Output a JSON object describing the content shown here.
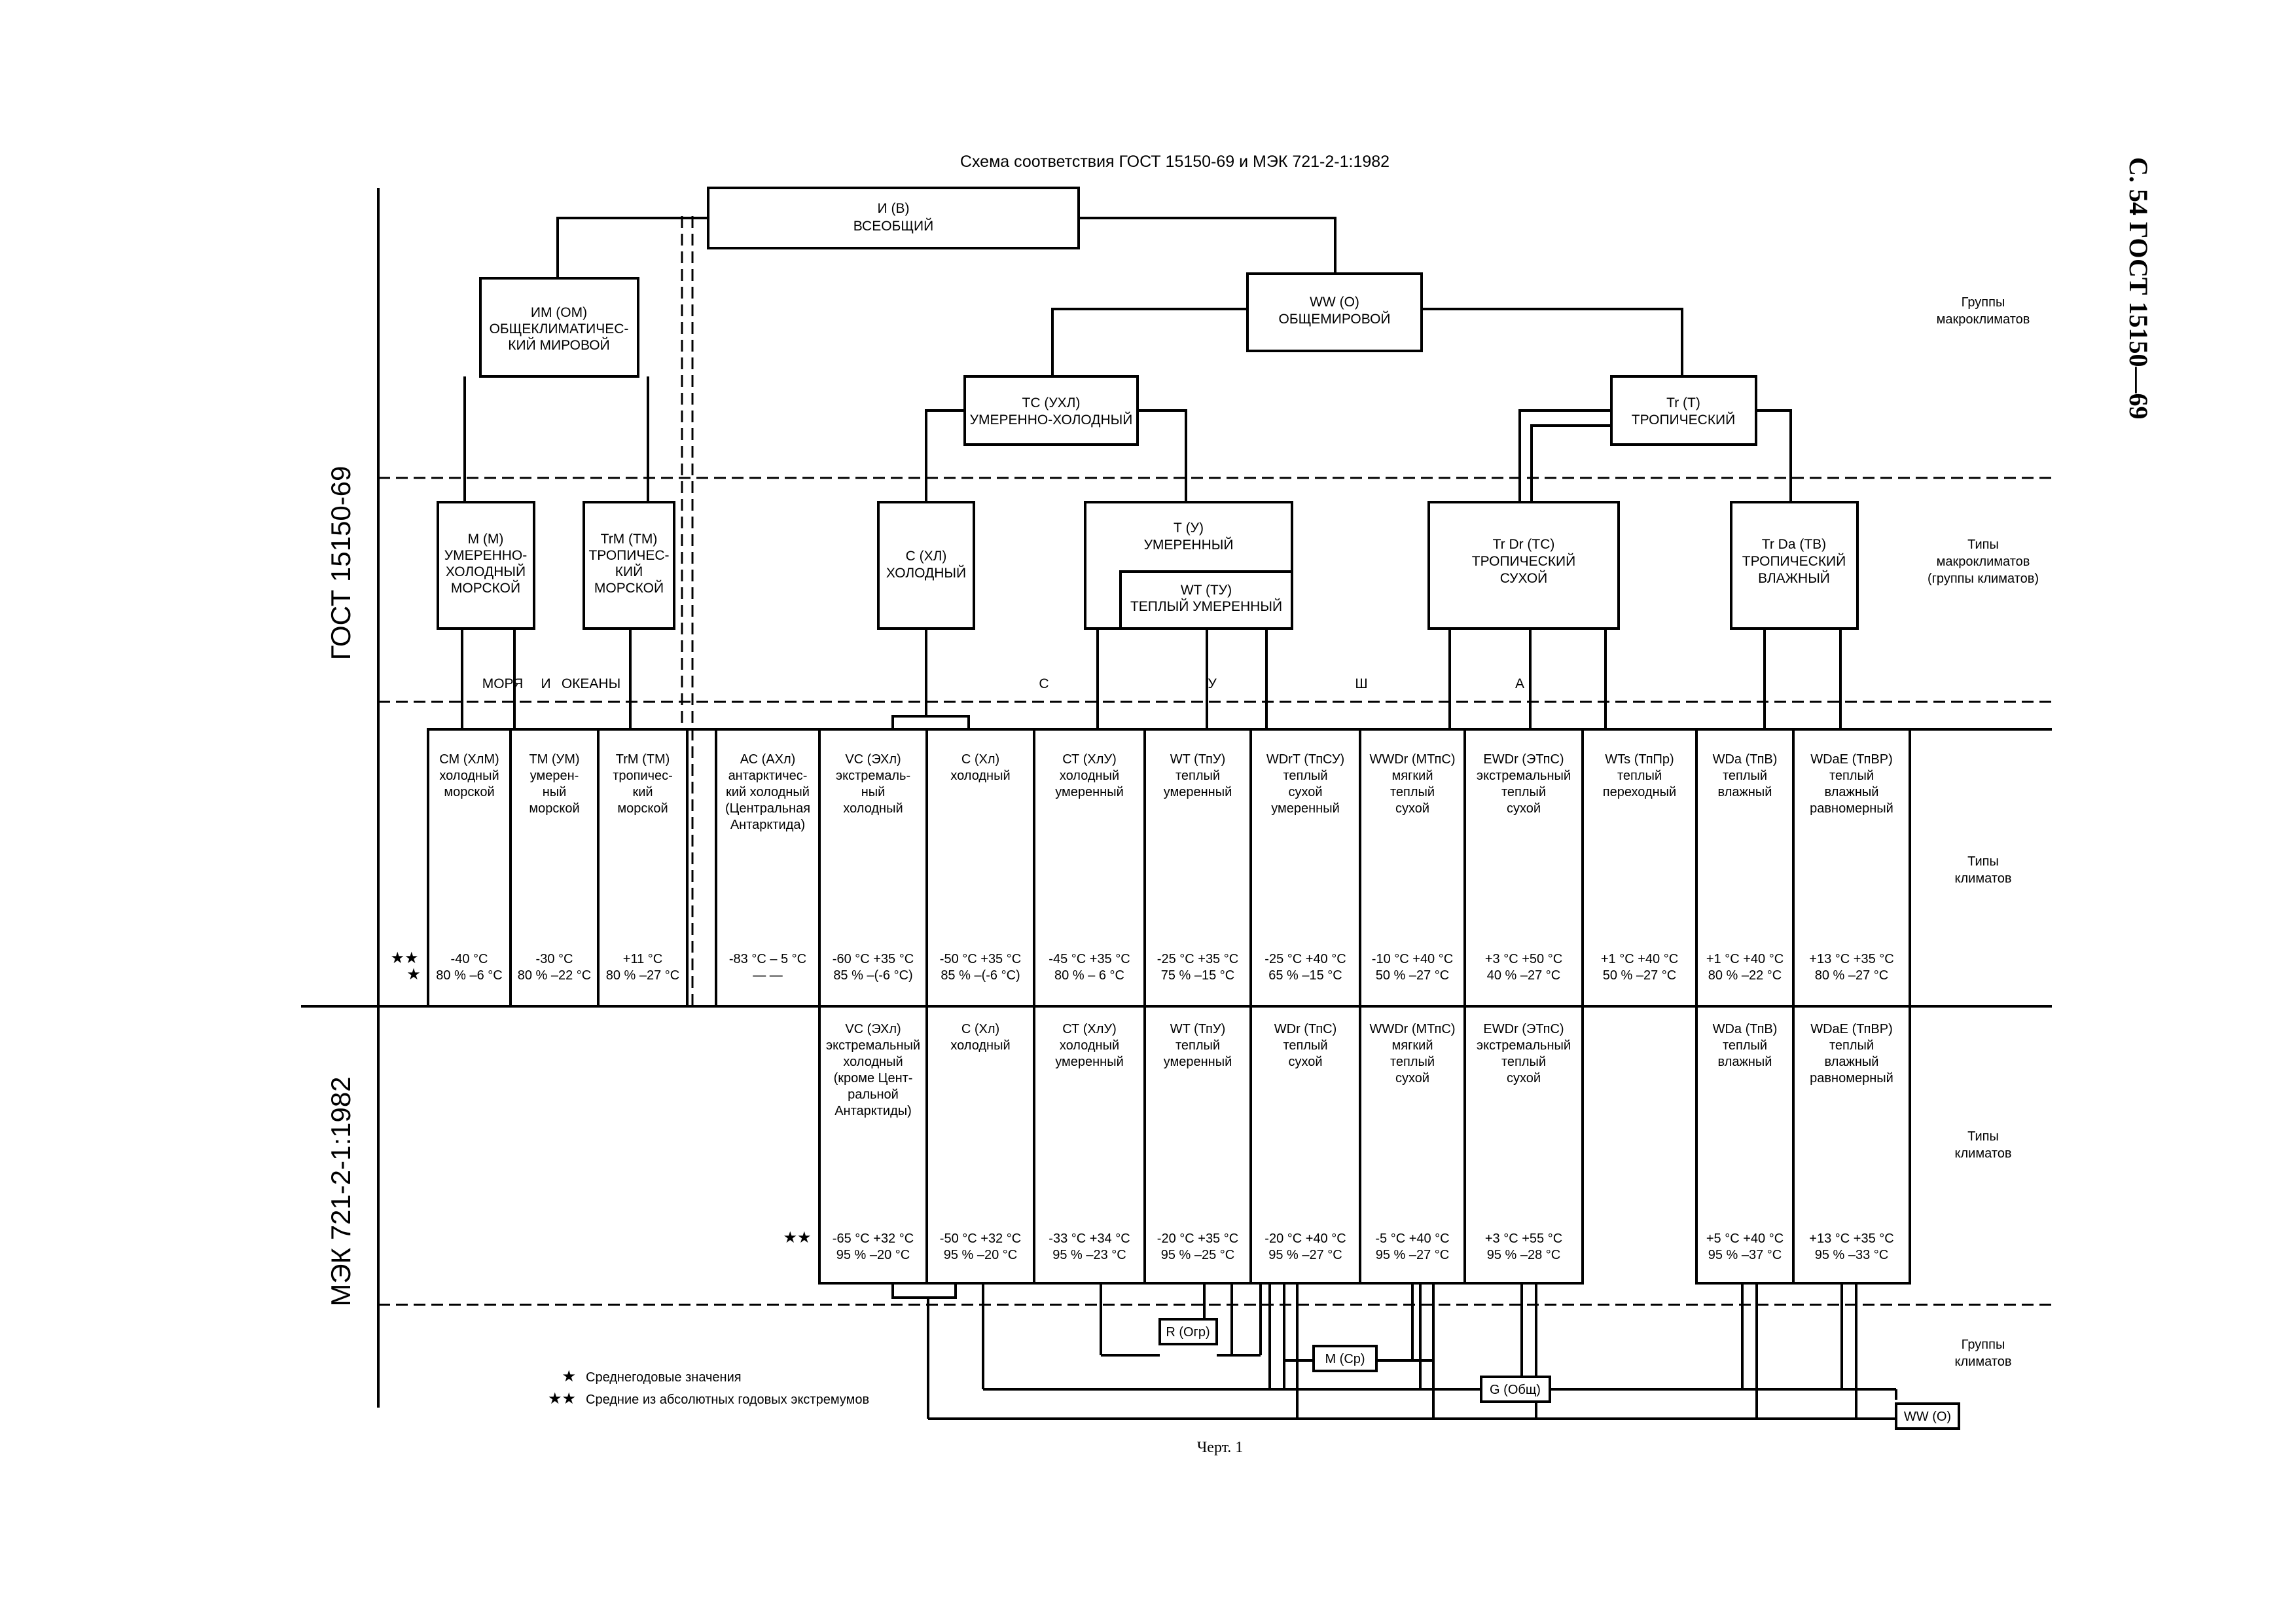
{
  "title": "Схема соответствия ГОСТ 15150-69 и МЭК 721-2-1:1982",
  "page_label": "С. 54 ГОСТ 15150—69",
  "side_labels": {
    "gost": "ГОСТ 15150-69",
    "iec": "МЭК 721-2-1:1982"
  },
  "right_labels": [
    [
      "Группы",
      "макроклиматов"
    ],
    [
      "Типы",
      "макроклиматов",
      "(группы климатов)"
    ],
    [
      "Типы",
      "климатов"
    ],
    [
      "Типы",
      "климатов"
    ],
    [
      "Группы",
      "климатов"
    ]
  ],
  "macro_groups": {
    "universal": [
      "И (В)",
      "ВСЕОБЩИЙ"
    ],
    "general_climatic": [
      "ИМ (ОМ)",
      "ОБЩЕКЛИМАТИЧЕС-",
      "КИЙ МИРОВОЙ"
    ],
    "general_world": [
      "WW (О)",
      "ОБЩЕМИРОВОЙ"
    ],
    "temperate_cold": [
      "ТС (УХЛ)",
      "УМЕРЕННО-ХОЛОДНЫЙ"
    ],
    "tropical": [
      "Tr (Т)",
      "ТРОПИЧЕСКИЙ"
    ]
  },
  "macro_types": {
    "m": [
      "М (М)",
      "УМЕРЕННО-",
      "ХОЛОДНЫЙ",
      "МОРСКОЙ"
    ],
    "trm": [
      "TrМ (ТМ)",
      "ТРОПИЧЕС-",
      "КИЙ",
      "МОРСКОЙ"
    ],
    "c": [
      "С (ХЛ)",
      "ХОЛОДНЫЙ"
    ],
    "t": [
      "Т (У)",
      "УМЕРЕННЫЙ"
    ],
    "wt": [
      "WT (ТУ)",
      "ТЕПЛЫЙ УМЕРЕННЫЙ"
    ],
    "trdr": [
      "Tr Dr (ТС)",
      "ТРОПИЧЕСКИЙ",
      "СУХОЙ"
    ],
    "trda": [
      "Tr Da (ТВ)",
      "ТРОПИЧЕСКИЙ",
      "ВЛАЖНЫЙ"
    ]
  },
  "band_labels": {
    "seas": "МОРЯ",
    "and": "И",
    "oceans": "ОКЕАНЫ",
    "land": [
      "С",
      "У",
      "Ш",
      "А"
    ]
  },
  "gost_types": [
    {
      "name": [
        "СМ (ХлМ)",
        "холодный",
        "морской"
      ],
      "v1": "-40 °С",
      "v2": "80 % –6 °С"
    },
    {
      "name": [
        "ТМ (УМ)",
        "умерен-",
        "ный",
        "морской"
      ],
      "v1": "-30 °С",
      "v2": "80 % –22 °С"
    },
    {
      "name": [
        "TrM (ТМ)",
        "тропичес-",
        "кий",
        "морской"
      ],
      "v1": "+11 °С",
      "v2": "80 % –27 °С"
    },
    {
      "name": [
        "АС (АХл)",
        "антарктичес-",
        "кий холодный",
        "(Центральная",
        "Антарктида)"
      ],
      "v1": "-83 °С – 5 °С",
      "v2": "—       —"
    },
    {
      "name": [
        "VC (ЭХл)",
        "экстремаль-",
        "ный",
        "холодный"
      ],
      "v1": "-60 °С +35 °С",
      "v2": "85 % –(-6 °С)"
    },
    {
      "name": [
        "С (Хл)",
        "холодный"
      ],
      "v1": "-50 °С +35 °С",
      "v2": "85 % –(-6 °С)"
    },
    {
      "name": [
        "СТ (ХлУ)",
        "холодный",
        "умеренный"
      ],
      "v1": "-45 °С +35 °С",
      "v2": "80 % – 6 °С"
    },
    {
      "name": [
        "WT (ТпУ)",
        "теплый",
        "умеренный"
      ],
      "v1": "-25 °С +35 °С",
      "v2": "75 % –15 °С"
    },
    {
      "name": [
        "WDrT (ТпСУ)",
        "теплый",
        "сухой",
        "умеренный"
      ],
      "v1": "-25 °С +40 °С",
      "v2": "65 % –15 °С"
    },
    {
      "name": [
        "WWDr (МТпС)",
        "мягкий",
        "теплый",
        "сухой"
      ],
      "v1": "-10 °С +40 °С",
      "v2": "50 % –27 °С"
    },
    {
      "name": [
        "EWDr (ЭТпС)",
        "экстремальный",
        "теплый",
        "сухой"
      ],
      "v1": "+3 °С +50 °С",
      "v2": "40 % –27 °С"
    },
    {
      "name": [
        "WTs (ТпПр)",
        "теплый",
        "переходный"
      ],
      "v1": "+1 °С +40 °С",
      "v2": "50 % –27 °С"
    },
    {
      "name": [
        "WDa (ТпВ)",
        "теплый",
        "влажный"
      ],
      "v1": "+1 °С +40 °С",
      "v2": "80 % –22 °С"
    },
    {
      "name": [
        "WDaE (ТпВР)",
        "теплый",
        "влажный",
        "равномерный"
      ],
      "v1": "+13 °С +35 °С",
      "v2": "80 % –27 °С"
    }
  ],
  "iec_types": [
    {
      "name": [
        "VC (ЭХл)",
        "экстремальный",
        "холодный",
        "(кроме Цент-",
        "ральной",
        "Антарктиды)"
      ],
      "v1": "-65 °С +32 °С",
      "v2": "95 % –20 °С"
    },
    {
      "name": [
        "С (Хл)",
        "холодный"
      ],
      "v1": "-50 °С +32 °С",
      "v2": "95 % –20 °С"
    },
    {
      "name": [
        "СТ (ХлУ)",
        "холодный",
        "умеренный"
      ],
      "v1": "-33 °С +34 °С",
      "v2": "95 % –23 °С"
    },
    {
      "name": [
        "WT (ТпУ)",
        "теплый",
        "умеренный"
      ],
      "v1": "-20 °С +35 °С",
      "v2": "95 % –25 °С"
    },
    {
      "name": [
        "WDr (ТпС)",
        "теплый",
        "сухой"
      ],
      "v1": "-20 °С +40 °С",
      "v2": "95 % –27 °С"
    },
    {
      "name": [
        "WWDr (МТпС)",
        "мягкий",
        "теплый",
        "сухой"
      ],
      "v1": "-5 °С +40 °С",
      "v2": "95 % –27 °С"
    },
    {
      "name": [
        "EWDr (ЭТпС)",
        "экстремальный",
        "теплый",
        "сухой"
      ],
      "v1": "+3 °С +55 °С",
      "v2": "95 % –28 °С"
    },
    {
      "name": [
        "WDa (ТпВ)",
        "теплый",
        "влажный"
      ],
      "v1": "+5 °С +40 °С",
      "v2": "95 % –37 °С"
    },
    {
      "name": [
        "WDaE (ТпВР)",
        "теплый",
        "влажный",
        "равномерный"
      ],
      "v1": "+13 °С +35 °С",
      "v2": "95 % –33 °С"
    }
  ],
  "iec_groups": {
    "r": "R (Огр)",
    "m": "M (Ср)",
    "g": "G (Общ)",
    "ww": "WW (О)"
  },
  "markers": {
    "double_star": "★★",
    "single_star": "★"
  },
  "legend": [
    {
      "mark": "★",
      "text": "Среднегодовые значения"
    },
    {
      "mark": "★★",
      "text": "Средние из абсолютных годовых экстремумов"
    }
  ],
  "caption": "Черт. 1"
}
